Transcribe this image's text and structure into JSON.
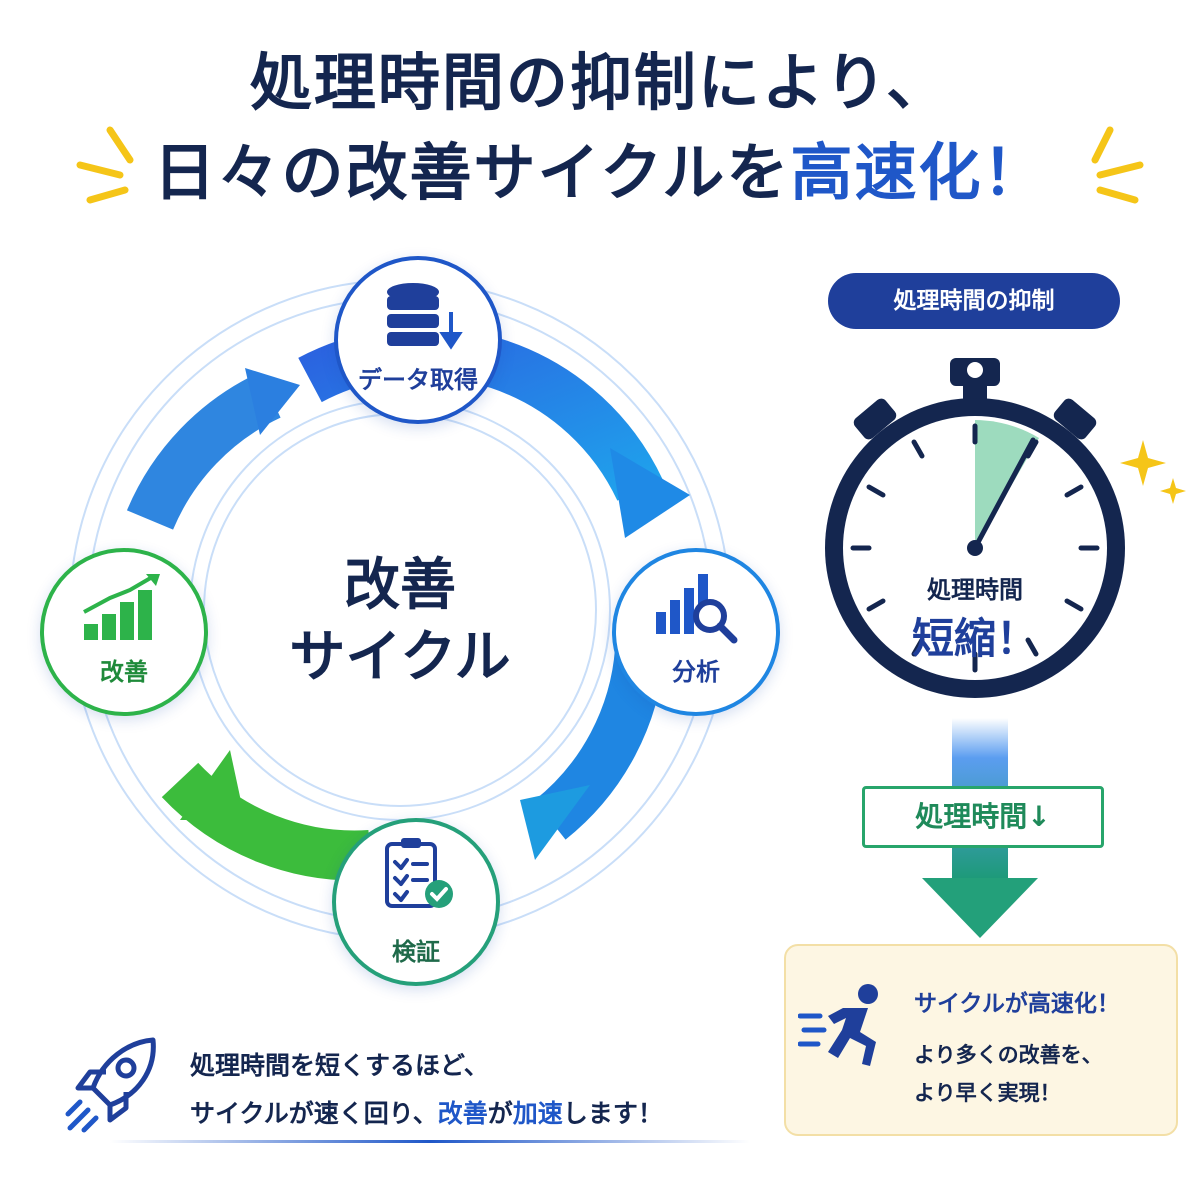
{
  "headline": {
    "line1": "処理時間の抑制により、",
    "line2_prefix": "日々の改善サイクルを",
    "line2_highlight": "高速化！"
  },
  "cycle": {
    "center_line1": "改善",
    "center_line2": "サイクル",
    "nodes": {
      "data": "データ取得",
      "analysis": "分析",
      "verify": "検証",
      "improve": "改善"
    }
  },
  "stopwatch": {
    "pill": "処理時間の抑制",
    "face_line1": "処理時間",
    "face_line2": "短縮！",
    "result_box": "処理時間↓"
  },
  "card": {
    "title": "サイクルが高速化！",
    "line1": "より多くの改善を、",
    "line2": "より早く実現！"
  },
  "footer": {
    "line1": "処理時間を短くするほど、",
    "line2_a": "サイクルが速く回り、",
    "line2_highlight1": "改善",
    "line2_b": "が",
    "line2_highlight2": "加速",
    "line2_c": "します！"
  },
  "colors": {
    "navy": "#14264f",
    "blue": "#1f57c8",
    "green": "#2db34a",
    "teal": "#25a07a",
    "gold": "#f5c518"
  },
  "icons": [
    "database-download-icon",
    "chart-magnifier-icon",
    "checklist-icon",
    "growth-bars-icon",
    "stopwatch-icon",
    "runner-icon",
    "rocket-icon",
    "sparkle-icon"
  ]
}
